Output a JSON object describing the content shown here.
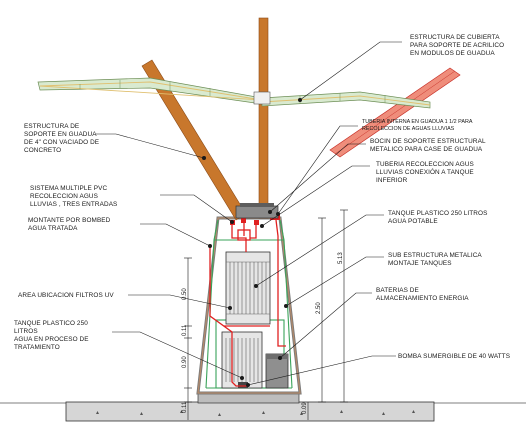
{
  "labels": {
    "cubierta": [
      "ESTRUCTURA DE CUBIERTA",
      "PARA SOPORTE DE ACRILICO",
      "EN MODULOS DE GUADUA"
    ],
    "soporte_guadua": [
      "ESTRUCTURA DE",
      "SOPORTE EN GUADUA",
      "DE 4\" CON VACIADO DE",
      "CONCRETO"
    ],
    "tuberia_interna": [
      "TUBERIA  INTERNA EN GUADUA 1 1/2 PARA",
      "RECOLECCION DE AGUAS LLUVIAS"
    ],
    "bocin": [
      "BOCIN DE SOPORTE ESTRUCTURAL",
      "METALICO PARA CASE DE GUADUA"
    ],
    "tuberia_recoleccion": [
      "TUBERIA RECOLECCION AGUS",
      "LLUVIAS CONEXIÓN A TANQUE",
      "INFERIOR"
    ],
    "sistema_pvc": [
      "SISTEMA MULTIPLE PVC",
      "RECOLECCION AGUS",
      "LLUVIAS , TRES ENTRADAS"
    ],
    "montante": [
      "MONTANTE POR BOMBED",
      "AGUA TRATADA"
    ],
    "tanque_potable": [
      "TANQUE PLASTICO 250 LITROS",
      "AGUA POTABLE"
    ],
    "sub_estructura": [
      "SUB ESTRUCTURA METALICA",
      "MONTAJE TANQUES"
    ],
    "filtros": [
      "AREA UBICACION FILTROS UV"
    ],
    "baterias": [
      "BATERIAS DE",
      "ALMACENAMIENTO ENERGIA"
    ],
    "tanque_tratamiento": [
      "TANQUE PLASTICO 250",
      "LITROS",
      "AGUA EN PROCESO DE",
      "TRATAMIENTO"
    ],
    "bomba": [
      "BOMBA SUMERGIBLE DE 40 WATTS"
    ]
  },
  "dimensions": {
    "d_050": "0.50",
    "d_011": "0.11",
    "d_090": "0.90",
    "d_011b": "0.11",
    "d_250": "2.50",
    "d_513": "5.13",
    "d_009": "0.09"
  },
  "colors": {
    "guadua": "#c8772c",
    "guadua_dark": "#8a4a17",
    "roof_fill": "#d9ead0",
    "roof_edge": "#6e8f57",
    "roof_fill2": "#e8d9a8",
    "red_pipe": "#e02020",
    "green_frame": "#3aa35a",
    "tank_fill": "#e4e4e4",
    "base_fill": "#d4d4d4"
  }
}
